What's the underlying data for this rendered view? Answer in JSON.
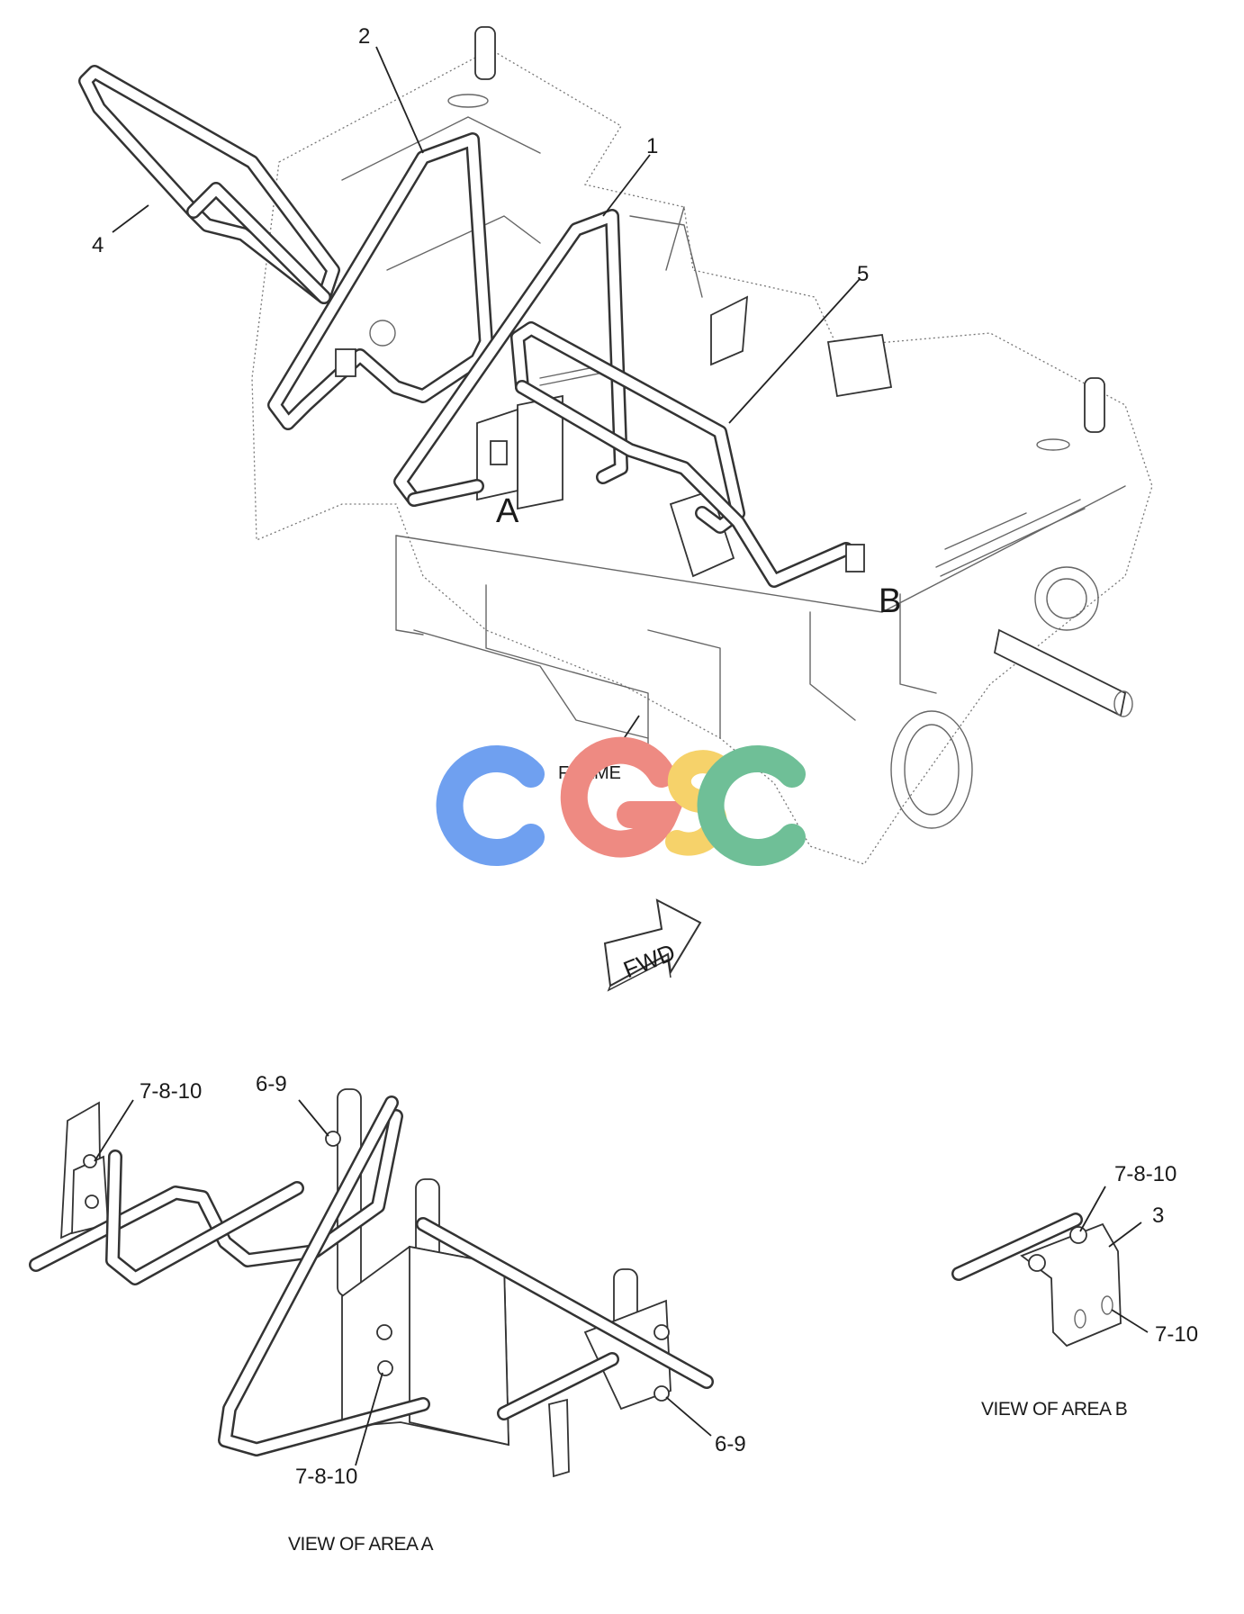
{
  "callouts": {
    "item_1": "1",
    "item_2": "2",
    "item_4": "4",
    "item_5": "5",
    "area_a": "A",
    "area_b": "B",
    "frame": "FRAME",
    "fwd": "FWD"
  },
  "view_a": {
    "caption": "VIEW OF AREA A",
    "label_top_left": "7-8-10",
    "label_top_mid": "6-9",
    "label_bottom": "7-8-10",
    "label_right": "6-9"
  },
  "view_b": {
    "caption": "VIEW OF AREA B",
    "label_top": "7-8-10",
    "label_3": "3",
    "label_right": "7-10"
  },
  "watermark": {
    "text": "CGSC",
    "colors": [
      "#6fa0f0",
      "#ee8a82",
      "#f6d26a",
      "#6fbf97"
    ]
  }
}
